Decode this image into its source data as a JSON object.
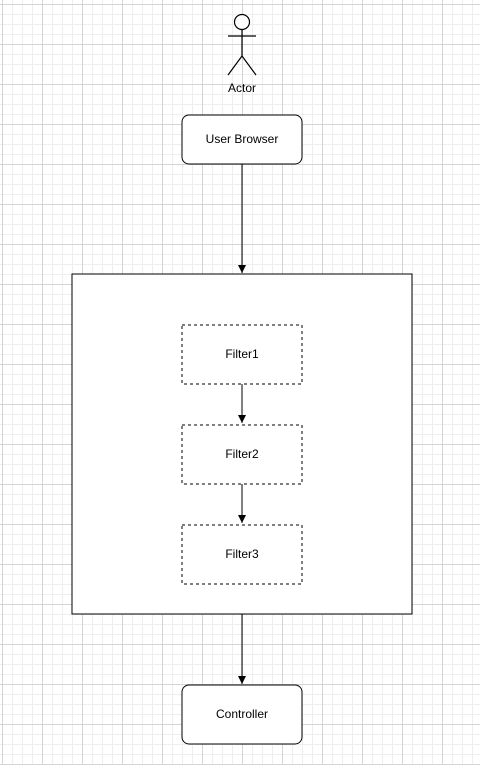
{
  "diagram": {
    "actor": {
      "label": "Actor",
      "icon": "stick-figure-icon"
    },
    "user_browser": {
      "label": "User Browser"
    },
    "filter_chain": {
      "filters": [
        {
          "label": "Filter1"
        },
        {
          "label": "Filter2"
        },
        {
          "label": "Filter3"
        }
      ]
    },
    "controller": {
      "label": "Controller"
    }
  }
}
